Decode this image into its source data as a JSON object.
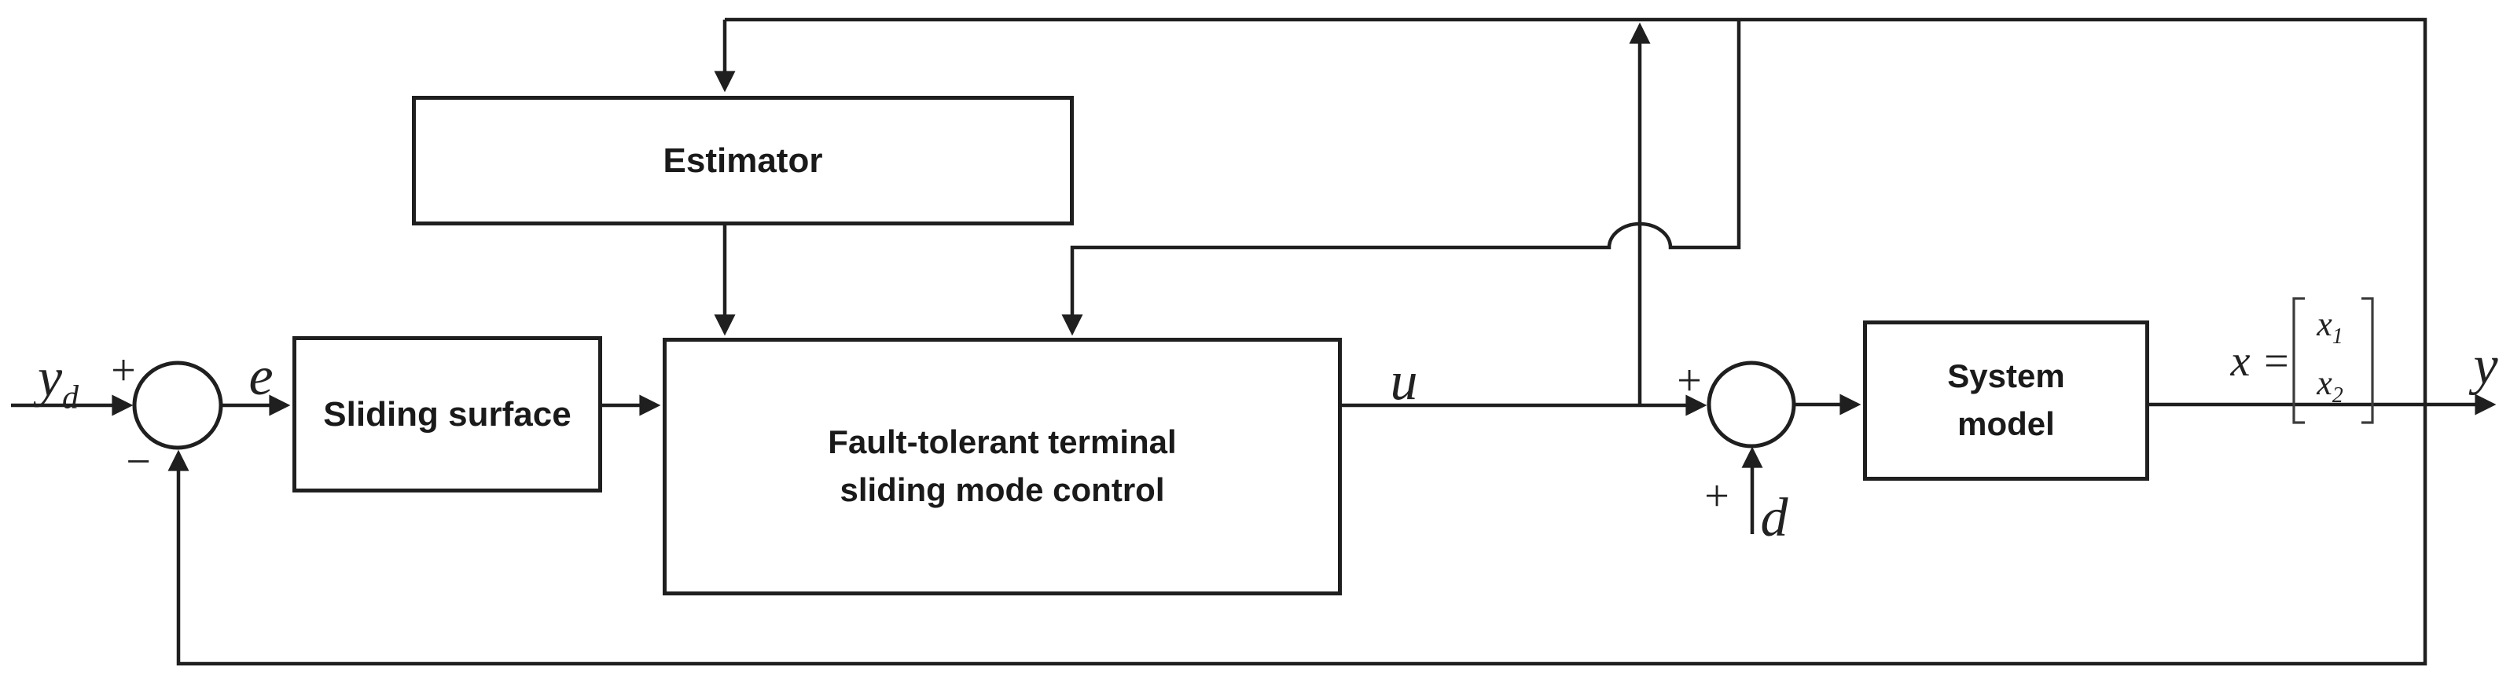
{
  "canvas": {
    "background": "#ffffff",
    "line_color": "#1f1f1f",
    "text_color": "#1a1a1a"
  },
  "blocks": {
    "estimator": {
      "label": "Estimator"
    },
    "sliding_surface": {
      "label": "Sliding surface"
    },
    "controller": {
      "line1": "Fault-tolerant terminal",
      "line2": "sliding mode control"
    },
    "system_model": {
      "line1": "System",
      "line2": "model"
    }
  },
  "signals": {
    "reference": {
      "base": "y",
      "sub": "d"
    },
    "error": "e",
    "control": "u",
    "disturbance": "d",
    "output": "y",
    "state_equation": {
      "lhs": "x =",
      "row1_base": "x",
      "row1_sub": "1",
      "row2_base": "x",
      "row2_sub": "2"
    }
  },
  "sum_junctions": {
    "sum1": {
      "top_sign": "+",
      "bottom_sign": "−"
    },
    "sum2": {
      "left_sign": "+",
      "bottom_sign": "+"
    }
  }
}
